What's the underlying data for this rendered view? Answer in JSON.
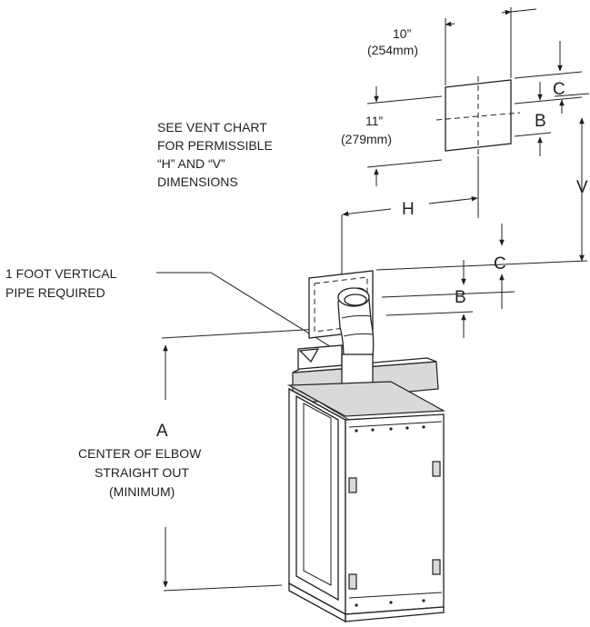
{
  "labels": {
    "width_in": "10”",
    "width_mm": "(254mm)",
    "height_in": "11”",
    "height_mm": "(279mm)",
    "dim_c": "C",
    "dim_b": "B",
    "dim_v": "V",
    "dim_h": "H",
    "dim_a": "A",
    "vent_note": [
      "SEE VENT CHART",
      "FOR PERMISSIBLE",
      "“H” AND “V”",
      "DIMENSIONS"
    ],
    "pipe_note": [
      "1 FOOT VERTICAL",
      "PIPE REQUIRED"
    ],
    "a_note": [
      "CENTER OF ELBOW",
      "STRAIGHT OUT",
      "(MINIMUM)"
    ]
  }
}
